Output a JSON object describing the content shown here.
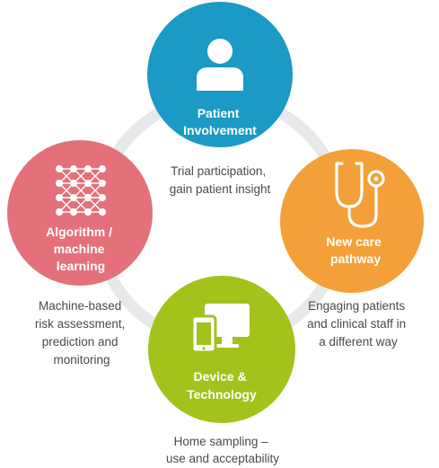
{
  "colors": {
    "ring": "#e6e8ea",
    "patient": "#1a9ac4",
    "care": "#f4a03a",
    "algorithm": "#e4717a",
    "device": "#a3c21c",
    "description_text": "#4a4a4a",
    "icon": "#ffffff"
  },
  "nodes": {
    "patient": {
      "icon": "person-icon",
      "label_lines": [
        "Patient",
        "Involvement"
      ]
    },
    "care": {
      "icon": "stethoscope-icon",
      "label_lines": [
        "New care",
        "pathway"
      ]
    },
    "algorithm": {
      "icon": "neural-network-icon",
      "label_lines": [
        "Algorithm /",
        "machine",
        "learning"
      ]
    },
    "device": {
      "icon": "devices-icon",
      "label_lines": [
        "Device &",
        "Technology"
      ]
    }
  },
  "descriptions": {
    "patient": [
      "Trial participation,",
      "gain patient insight"
    ],
    "care": [
      "Engaging patients",
      "and clinical staff in",
      "a different way"
    ],
    "algorithm": [
      "Machine-based",
      "risk assessment,",
      "prediction and",
      "monitoring"
    ],
    "device": [
      "Home sampling –",
      "use and acceptability"
    ]
  }
}
